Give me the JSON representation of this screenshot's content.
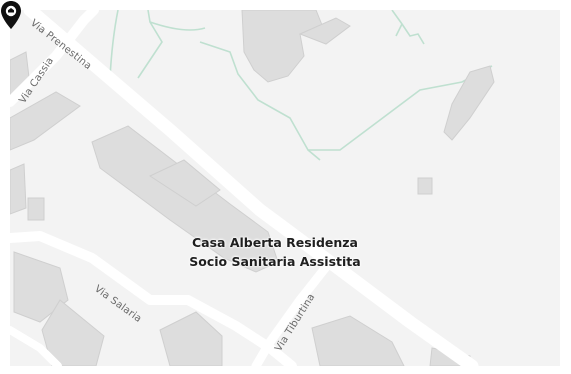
{
  "map": {
    "colors": {
      "frame": "#ffffff",
      "land": "#f3f3f3",
      "road": "#ffffff",
      "building": "#dddddd",
      "building_edge": "#cfcfcf",
      "park_line": "#bfe0d0",
      "pin": "#111111"
    },
    "streets": [
      {
        "name": "Via Prenestina"
      },
      {
        "name": "Via Cassia"
      },
      {
        "name": "Via Salaria"
      },
      {
        "name": "Via Tiburtina"
      }
    ],
    "poi": {
      "icon": "map-pin-icon",
      "name_line1": "Casa Alberta Residenza",
      "name_line2": "Socio Sanitaria Assistita"
    }
  }
}
